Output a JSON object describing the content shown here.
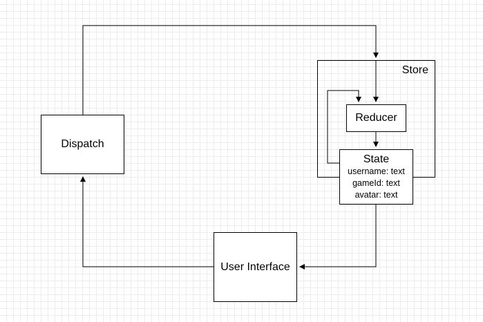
{
  "diagram": {
    "store": {
      "label": "Store"
    },
    "reducer": {
      "label": "Reducer"
    },
    "state": {
      "title": "State",
      "fields": [
        "username: text",
        "gameId: text",
        "avatar: text"
      ]
    },
    "dispatch": {
      "label": "Dispatch"
    },
    "user_interface": {
      "label": "User Interface"
    }
  },
  "connectors": [
    {
      "from": "dispatch",
      "to": "store"
    },
    {
      "from": "reducer",
      "to": "state"
    },
    {
      "from": "state",
      "to": "reducer"
    },
    {
      "from": "state",
      "to": "user_interface"
    },
    {
      "from": "user_interface",
      "to": "dispatch"
    }
  ]
}
